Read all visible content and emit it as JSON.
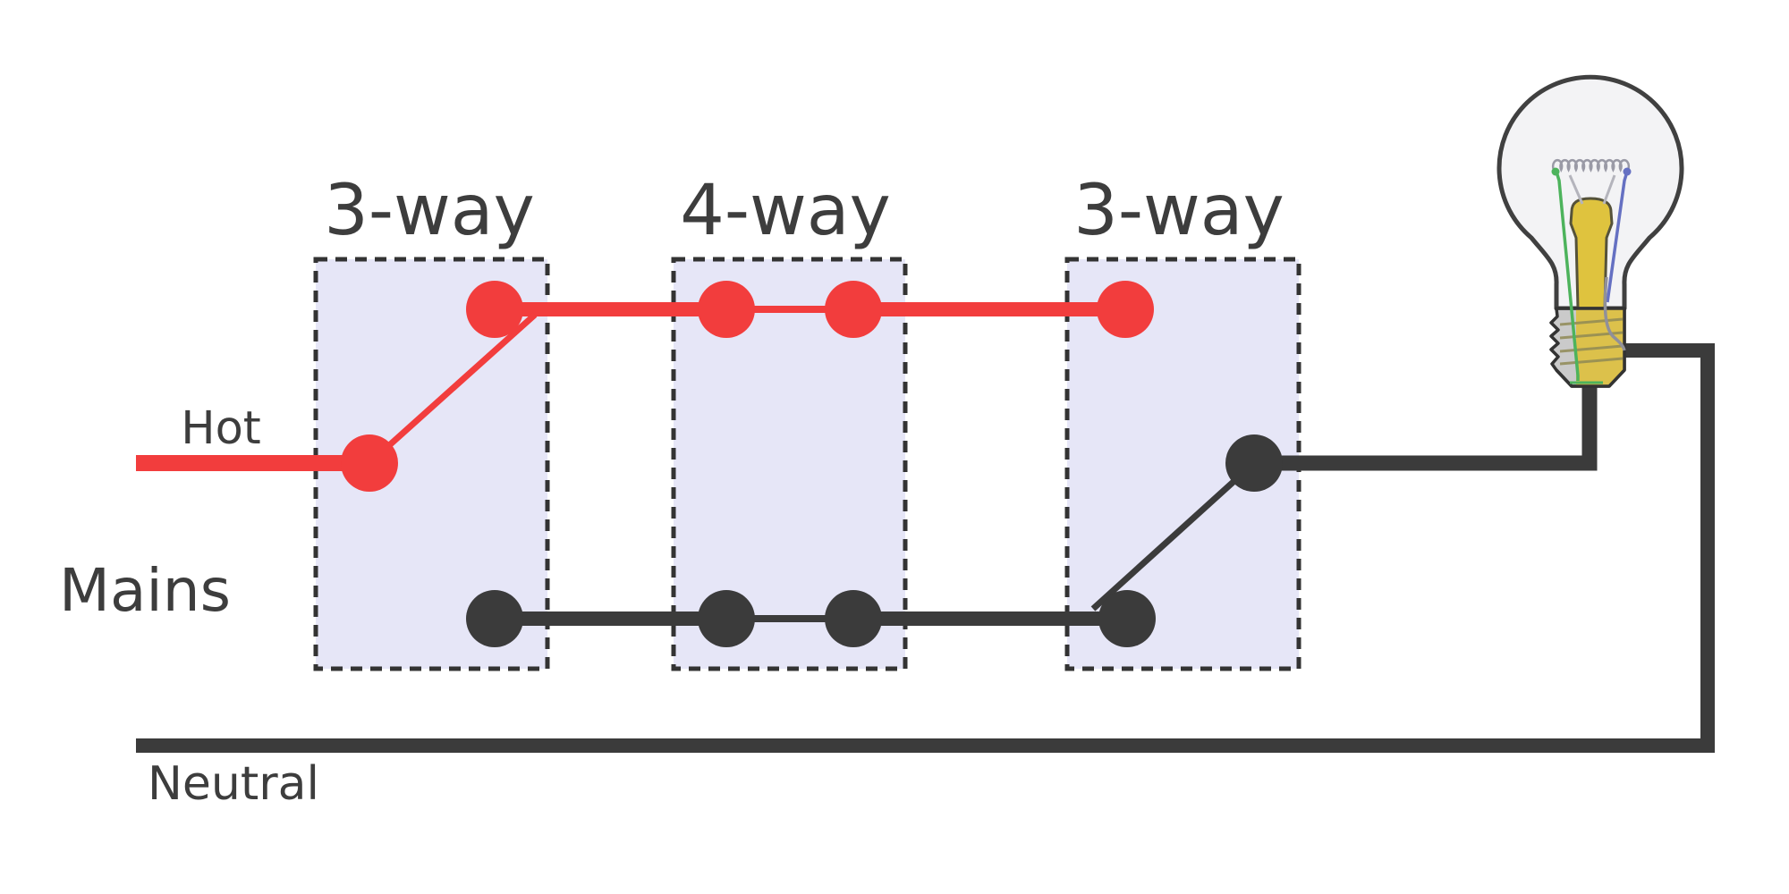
{
  "labels": {
    "switch_left": "3-way",
    "switch_middle": "4-way",
    "switch_right": "3-way",
    "hot": "Hot",
    "mains": "Mains",
    "neutral": "Neutral"
  },
  "colors": {
    "hot_red": "#f23d3d",
    "conductor_black": "#3b3b3b",
    "box_fill": "#e6e6f7",
    "box_border": "#333333",
    "label_text": "#3d3d3d",
    "bulb_glass": "#f3f3f5",
    "bulb_outline": "#404040",
    "bulb_brass": "#dcc14b",
    "bulb_stem": "#dfc33e",
    "lead_green": "#4db35c",
    "lead_blue": "#6570c2",
    "filament_gray": "#9a9aa6",
    "shell_silver": "#cacaca",
    "thread_olive": "#8f8a55"
  }
}
